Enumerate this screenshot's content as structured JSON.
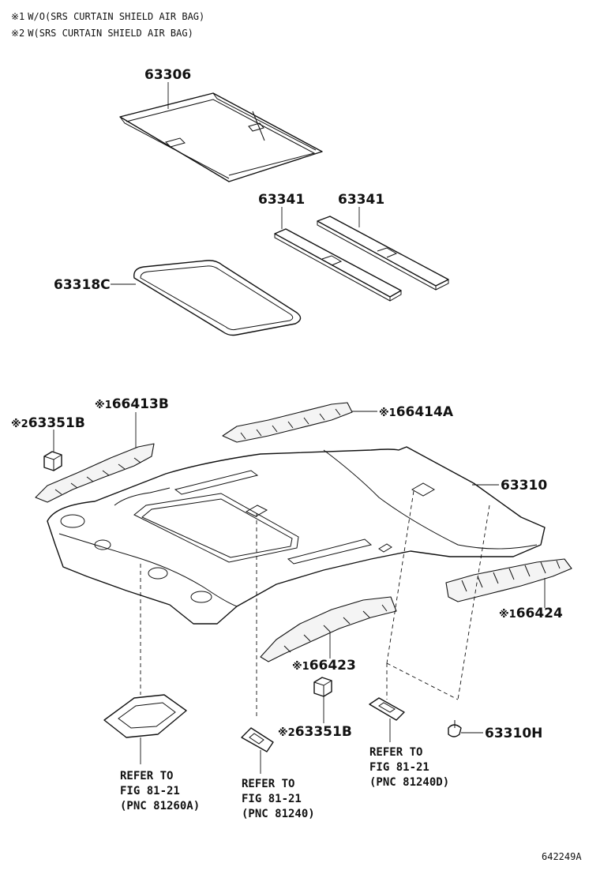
{
  "notes": [
    {
      "mark": "※1",
      "text": "W/O(SRS CURTAIN SHIELD AIR BAG)"
    },
    {
      "mark": "※2",
      "text": "W(SRS CURTAIN SHIELD AIR BAG)"
    }
  ],
  "parts": {
    "p63306": {
      "number": "63306"
    },
    "p63341a": {
      "number": "63341"
    },
    "p63341b": {
      "number": "63341"
    },
    "p63318C": {
      "number": "63318C"
    },
    "p66413B": {
      "mark": "※1",
      "number": "66413B"
    },
    "p63351B_top": {
      "mark": "※2",
      "number": "63351B"
    },
    "p66414A": {
      "mark": "※1",
      "number": "66414A"
    },
    "p63310": {
      "number": "63310"
    },
    "p66424": {
      "mark": "※1",
      "number": "66424"
    },
    "p66423": {
      "mark": "※1",
      "number": "66423"
    },
    "p63351B_bottom": {
      "mark": "※2",
      "number": "63351B"
    },
    "p63310H": {
      "number": "63310H"
    }
  },
  "references": [
    {
      "lines": [
        "REFER TO",
        "FIG 81-21",
        "(PNC 81260A)"
      ]
    },
    {
      "lines": [
        "REFER TO",
        "FIG 81-21",
        "(PNC 81240)"
      ]
    },
    {
      "lines": [
        "REFER TO",
        "FIG 81-21",
        "(PNC 81240D)"
      ]
    }
  ],
  "diagram_code": "642249A"
}
